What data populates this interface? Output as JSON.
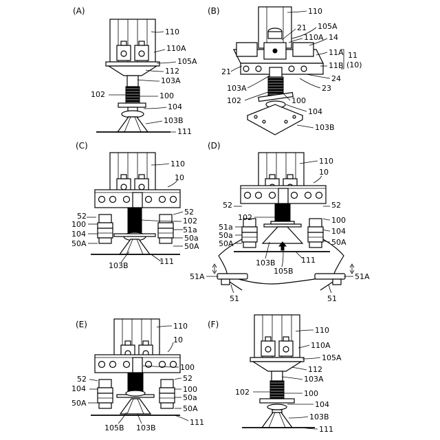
{
  "panels": {
    "A": {
      "label": "(A)",
      "refs": {
        "r110": "110",
        "r110A": "110A",
        "r105A": "105A",
        "r112": "112",
        "r103A": "103A",
        "r102": "102",
        "r100": "100",
        "r104": "104",
        "r103B": "103B",
        "r111": "111"
      }
    },
    "B": {
      "label": "(B)",
      "refs": {
        "r110": "110",
        "r105A": "105A",
        "r21a": "21",
        "r110A": "110A",
        "r14": "14",
        "r11A": "11A",
        "r11": "11",
        "r11B": "11B",
        "r10": "(10)",
        "r24": "24",
        "r21b": "21",
        "r23": "23",
        "r103A": "103A",
        "r102": "102",
        "r100": "100",
        "r104": "104",
        "r103B": "103B"
      }
    },
    "C": {
      "label": "(C)",
      "refs": {
        "r110": "110",
        "r10": "10",
        "r52L": "52",
        "r52R": "52",
        "r100L": "100",
        "r102": "102",
        "r51a": "51a",
        "r104": "104",
        "r50a": "50a",
        "r50AL": "50A",
        "r50AR": "50A",
        "r103B": "103B",
        "r111": "111"
      }
    },
    "D": {
      "label": "(D)",
      "refs": {
        "r110": "110",
        "r10": "10",
        "r52L": "52",
        "r52R": "52",
        "r100R": "100",
        "r102": "102",
        "r51a": "51a",
        "r104": "104",
        "r50a": "50a",
        "r50AL": "50A",
        "r50AR": "50A",
        "r103B": "103B",
        "r105B": "105B",
        "r111": "111",
        "r51AL": "51A",
        "r51AR": "51A",
        "r51L": "51",
        "r51R": "51"
      }
    },
    "E": {
      "label": "(E)",
      "refs": {
        "r110": "110",
        "r10": "10",
        "r100": "100",
        "r52L": "52",
        "r52R": "52",
        "r104": "104",
        "r100b": "100",
        "r50a": "50a",
        "r50AL": "50A",
        "r50AR": "50A",
        "r105B": "105B",
        "r103B": "103B",
        "r111": "111"
      }
    },
    "F": {
      "label": "(F)",
      "refs": {
        "r110": "110",
        "r110A": "110A",
        "r105A": "105A",
        "r112": "112",
        "r103A": "103A",
        "r102": "102",
        "r100": "100",
        "r104": "104",
        "r103B": "103B",
        "r111": "111"
      }
    }
  }
}
